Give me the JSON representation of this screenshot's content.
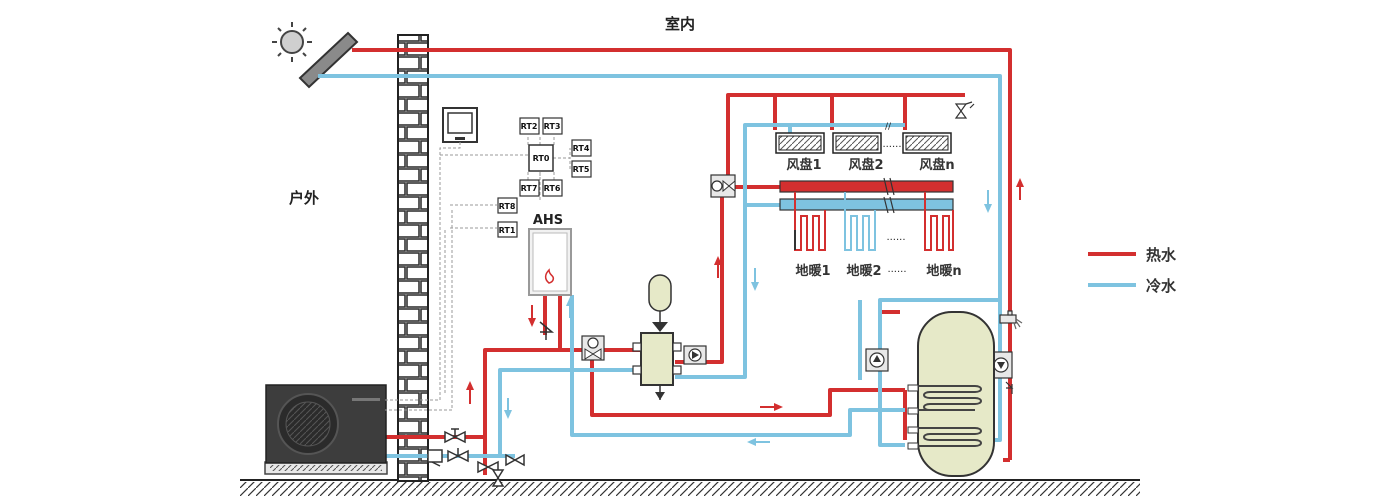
{
  "zones": {
    "indoor": "室内",
    "outdoor": "户外"
  },
  "ahs_label": "AHS",
  "thermostats": [
    "RT0",
    "RT1",
    "RT2",
    "RT3",
    "RT4",
    "RT5",
    "RT6",
    "RT7",
    "RT8"
  ],
  "fan_coils": [
    "风盘1",
    "风盘2",
    "风盘n"
  ],
  "floor_heating": [
    "地暖1",
    "地暖2",
    "地暖n"
  ],
  "dots": "......",
  "break_mark": "//",
  "legend": [
    {
      "label": "热水",
      "color": "#d32f2f"
    },
    {
      "label": "冷水",
      "color": "#7ec3e0"
    }
  ],
  "colors": {
    "hot": "#d32f2f",
    "cold": "#7ec3e0",
    "wall": "#333333",
    "tank": "#e6e9c8",
    "unit": "#3d3d3d"
  }
}
